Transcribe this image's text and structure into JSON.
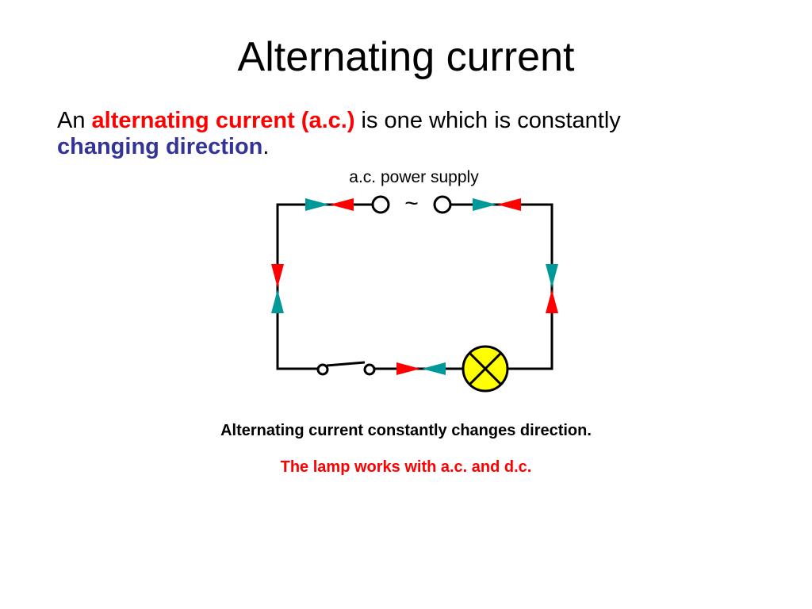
{
  "slide": {
    "title": "Alternating current",
    "intro": {
      "prefix": "An ",
      "term": "alternating current (a.c.)",
      "middle": " is one which is constantly ",
      "emphasis": "changing direction",
      "suffix": "."
    },
    "supply_label": "a.c. power supply",
    "supply_symbol": "~",
    "caption": "Alternating current constantly changes direction.",
    "note": "The lamp works with a.c. and d.c."
  },
  "colors": {
    "current_one": "#ff0000",
    "current_two": "#009999",
    "lamp_fill": "#ffff00",
    "term_highlight": "#ff0000",
    "emphasis_highlight": "#333399"
  }
}
